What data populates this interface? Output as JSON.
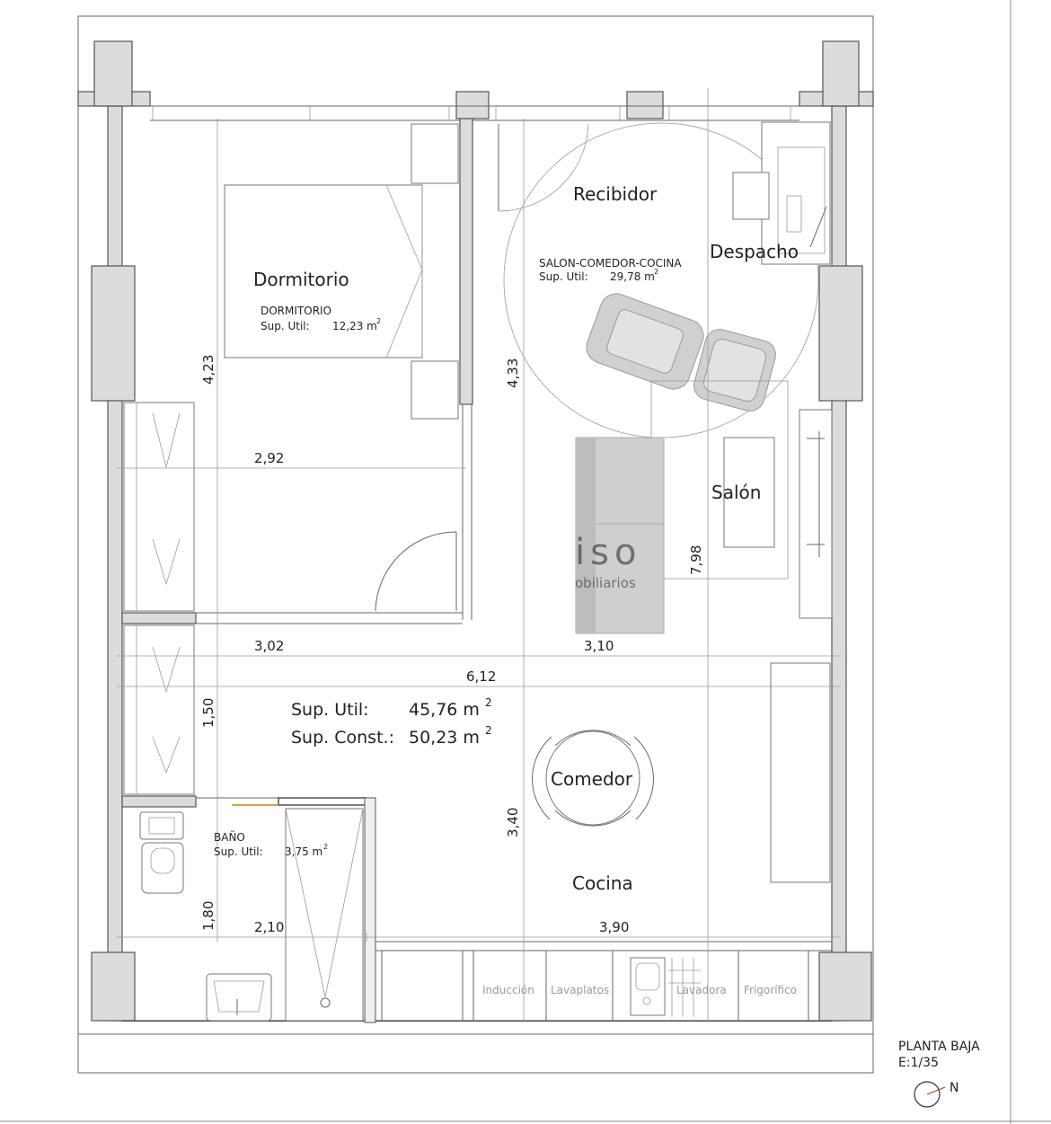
{
  "rooms": {
    "dormitorio": "Dormitorio",
    "recibidor": "Recibidor",
    "despacho": "Despacho",
    "salon": "Salón",
    "comedor": "Comedor",
    "cocina": "Cocina"
  },
  "room_labels": {
    "dormitorio": {
      "name": "DORMITORIO",
      "sup": "Sup. Util:",
      "area": "12,23 m",
      "unit_sup": "2"
    },
    "salon_comedor": {
      "name": "SALON-COMEDOR-COCINA",
      "sup": "Sup. Util:",
      "area": "29,78 m",
      "unit_sup": "2"
    },
    "bano": {
      "name": "BAÑO",
      "sup": "Sup. Util:",
      "area": "3,75 m",
      "unit_sup": "2"
    }
  },
  "totals": {
    "util_label": "Sup. Util:",
    "util_value": "45,76 m",
    "const_label": "Sup. Const.:",
    "const_value": "50,23 m",
    "unit_sup": "2"
  },
  "dimensions": {
    "d423": "4,23",
    "d292": "2,92",
    "d433": "4,33",
    "d798": "7,98",
    "d302": "3,02",
    "d310": "3,10",
    "d612": "6,12",
    "d150": "1,50",
    "d340": "3,40",
    "d180": "1,80",
    "d210": "2,10",
    "d390": "3,90"
  },
  "appliances": {
    "induccion": "Inducción",
    "lavaplatos": "Lavaplatos",
    "lavadora": "Lavadora",
    "frigorifico": "Frigorífico"
  },
  "watermark": {
    "main": "iso",
    "sub": "obiliarios"
  },
  "legend": {
    "title": "PLANTA BAJA",
    "scale": "E:1/35",
    "north": "N"
  }
}
